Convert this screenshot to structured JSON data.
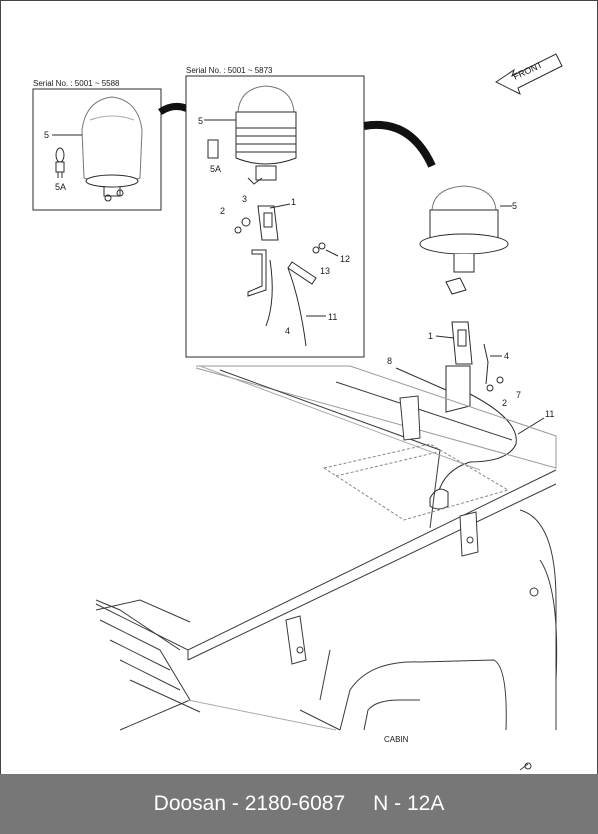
{
  "inset_left": {
    "serial": "Serial No. : 5001 ~ 5588",
    "callouts": [
      "5",
      "5A"
    ]
  },
  "inset_mid": {
    "serial": "Serial No. : 5001 ~ 5873",
    "callouts": [
      "5",
      "5A",
      "3",
      "2",
      "1",
      "12",
      "13",
      "11",
      "4"
    ]
  },
  "front_label": "FRONT",
  "main_callouts": [
    "5",
    "1",
    "8",
    "4",
    "7",
    "2",
    "11"
  ],
  "cabin_label": "CABIN",
  "footer": {
    "brand_part": "Doosan - 2180-6087",
    "ref": "N - 12A"
  },
  "colors": {
    "line": "#2b2b2b",
    "footer_bg": "#777777",
    "footer_text": "#ffffff"
  }
}
